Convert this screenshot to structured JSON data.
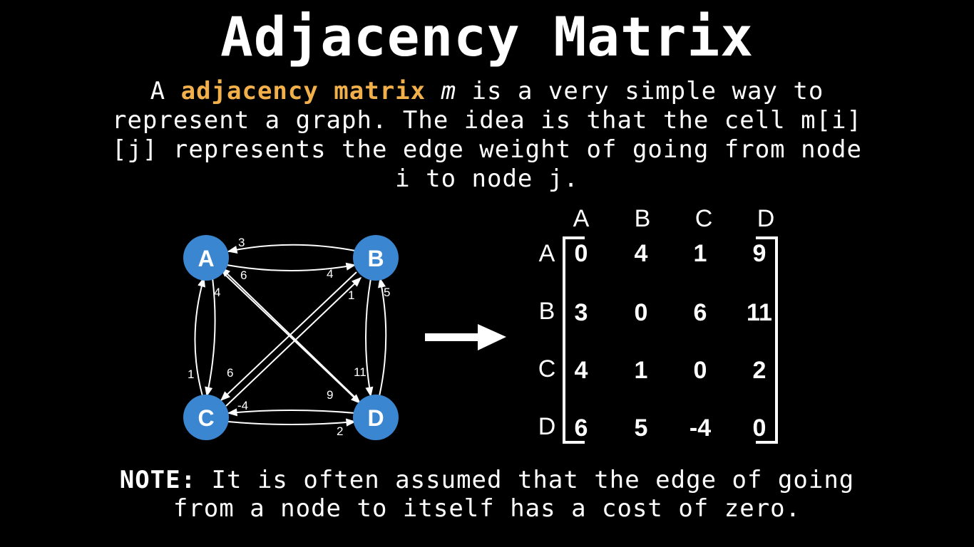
{
  "title": "Adjacency Matrix",
  "intro": {
    "pre": "A ",
    "highlight": "adjacency matrix",
    "var": "m",
    "rest": " is a very simple way to represent a graph. The idea is that the cell m[i][j] represents the edge weight of going from node i to node j."
  },
  "note": {
    "bold": "NOTE:",
    "text": " It is often assumed that the edge of going from a node to itself has a cost of zero."
  },
  "colors": {
    "node": "#3b86d0",
    "highlight": "#f2b04b",
    "text": "#ffffff",
    "background": "#000000"
  },
  "graph": {
    "nodes": [
      "A",
      "B",
      "C",
      "D"
    ],
    "edge_labels": {
      "A_B": "4",
      "B_A": "3",
      "A_C": "1",
      "C_A": "4",
      "A_D": "9",
      "D_A": "6",
      "B_C": "6",
      "C_B": "1",
      "B_D": "11",
      "D_B": "5",
      "C_D": "2",
      "D_C": "-4"
    }
  },
  "matrix": {
    "col_headers": [
      "A",
      "B",
      "C",
      "D"
    ],
    "row_headers": [
      "A",
      "B",
      "C",
      "D"
    ],
    "cells": [
      [
        "0",
        "4",
        "1",
        "9"
      ],
      [
        "3",
        "0",
        "6",
        "11"
      ],
      [
        "4",
        "1",
        "0",
        "2"
      ],
      [
        "6",
        "5",
        "-4",
        "0"
      ]
    ]
  }
}
